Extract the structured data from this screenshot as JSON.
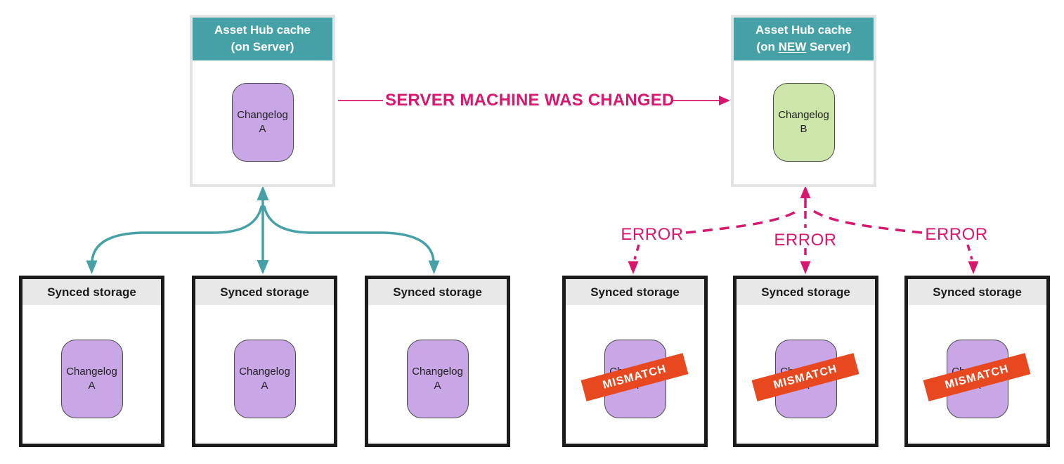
{
  "colors": {
    "teal": "#46a1a7",
    "pink": "#d8176e",
    "purple": "#c9a6e6",
    "green": "#cde7ab",
    "orange": "#e8481f",
    "storage_header_bg": "#e8e8e8",
    "storage_border": "#1b1b1b",
    "hub_border": "#e3e3e3"
  },
  "hub_left": {
    "title": "Asset Hub cache",
    "sub_pre": "(on Server)",
    "sub_underline": "",
    "sub_post": "",
    "chip_line1": "Changelog",
    "chip_line2": "A"
  },
  "hub_right": {
    "title": "Asset Hub cache",
    "sub_pre": "(on ",
    "sub_underline": "NEW",
    "sub_post": " Server)",
    "chip_line1": "Changelog",
    "chip_line2": "B"
  },
  "connector": {
    "label": "SERVER MACHINE WAS CHANGED"
  },
  "errors": [
    "ERROR",
    "ERROR",
    "ERROR"
  ],
  "mismatch_label": "MISMATCH",
  "storages": [
    {
      "title": "Synced storage",
      "chip_line1": "Changelog",
      "chip_line2": "A"
    },
    {
      "title": "Synced storage",
      "chip_line1": "Changelog",
      "chip_line2": "A"
    },
    {
      "title": "Synced storage",
      "chip_line1": "Changelog",
      "chip_line2": "A"
    },
    {
      "title": "Synced storage",
      "chip_line1": "Changelog",
      "chip_line2": "A"
    },
    {
      "title": "Synced storage",
      "chip_line1": "Changelog",
      "chip_line2": "A"
    },
    {
      "title": "Synced storage",
      "chip_line1": "Changelog",
      "chip_line2": "A"
    }
  ]
}
